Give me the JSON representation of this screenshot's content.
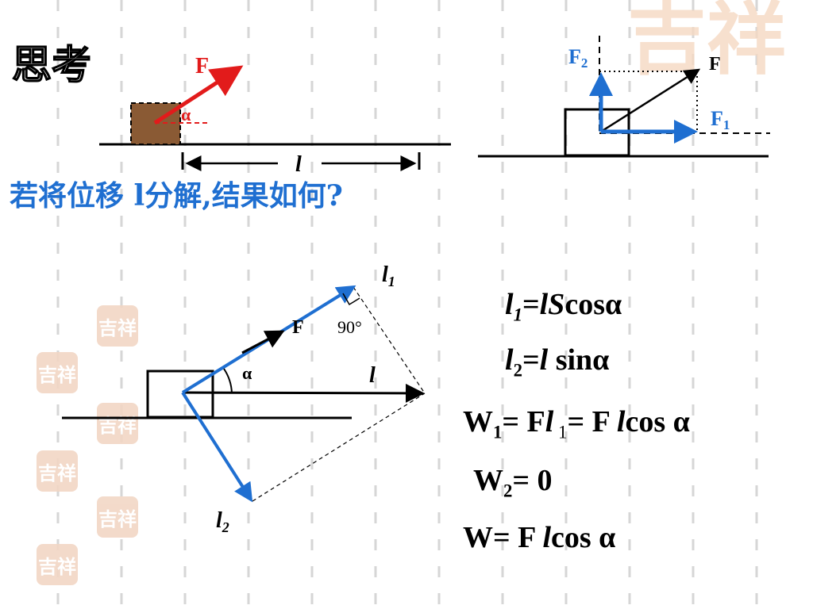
{
  "title": "思考",
  "question_text": "若将位移 l分解,结果如何?",
  "top_left": {
    "force_label": "F",
    "angle_label": "α",
    "disp_label": "l"
  },
  "top_right": {
    "f_label": "F",
    "f1_main": "F",
    "f1_sub": "1",
    "f2_main": "F",
    "f2_sub": "2"
  },
  "bottom": {
    "l1_main": "l",
    "l1_sub": "1",
    "l2_main": "l",
    "l2_sub": "2",
    "l_label": "l",
    "f_label": "F",
    "angle_label": "α",
    "right_angle_label": "90°"
  },
  "formulas": {
    "f1": {
      "a": "l",
      "a_sub": "1",
      "b": "=",
      "c": "lS",
      "d": "cosα"
    },
    "f2": {
      "a": "l",
      "a_sub": "2",
      "b": "=",
      "c": "l",
      "d": " sinα"
    },
    "f3": {
      "a": "W",
      "a_sub": "1",
      "b": "= F",
      "c": "l",
      "d_sub": " 1",
      "e": "= F ",
      "f": "l",
      "g": "cos α"
    },
    "f4": {
      "a": "W",
      "a_sub": "2",
      "b": "= 0"
    },
    "f5": {
      "a": "W= F ",
      "b": "l",
      "c": "cos α"
    }
  },
  "watermark_text": "吉祥",
  "colors": {
    "red": "#e21b1b",
    "blue": "#1f6fd1",
    "brown": "#8a5a34"
  }
}
